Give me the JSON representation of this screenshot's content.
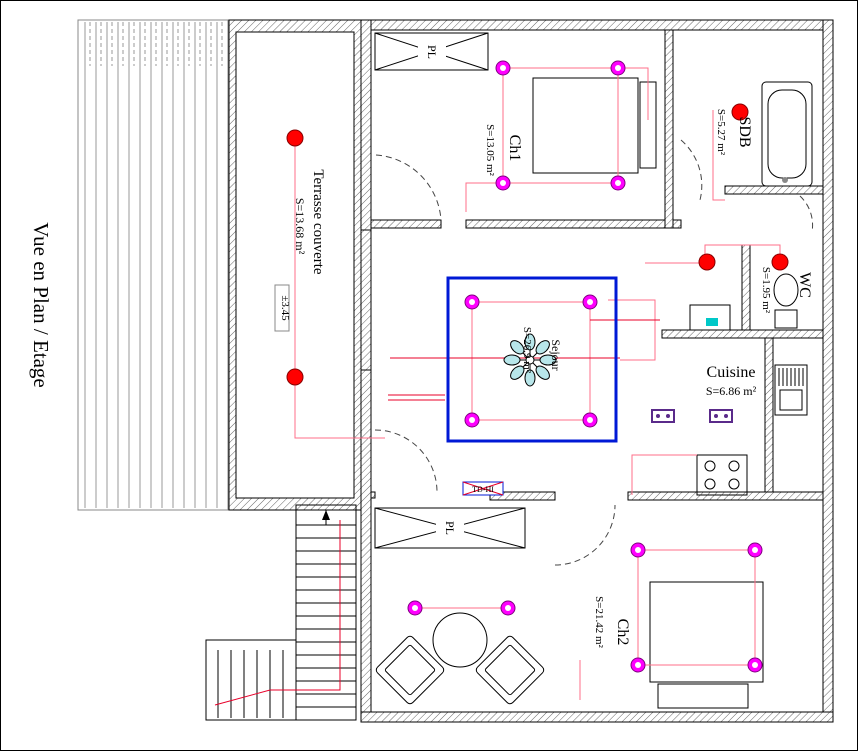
{
  "title": "Vue en Plan / Etage",
  "rooms": {
    "ch1": {
      "name": "Ch1",
      "area": "S=13.05 m²"
    },
    "sdb": {
      "name": "SDB",
      "area": "S=5.27 m²"
    },
    "wc": {
      "name": "WC",
      "area": "S=1.95 m²"
    },
    "terrasse": {
      "name": "Terrasse couverte",
      "area": "S=13.68 m²"
    },
    "cuisine": {
      "name": "Cuisine",
      "area": "S=6.86 m²"
    },
    "ch2": {
      "name": "Ch2",
      "area": "S=21.42 m²"
    },
    "sejour": {
      "name": "Sejour",
      "area": "S=26.9 m²"
    }
  },
  "labels": {
    "placard1": "PL",
    "placard2": "PL",
    "level": "±3.45",
    "panel": "TD-HI"
  },
  "colors": {
    "wire": "#e8002a",
    "light_point": "#ff00ff",
    "red_point": "#ff0000",
    "highlight": "#0019d6",
    "socket": "#5a2a8a"
  }
}
